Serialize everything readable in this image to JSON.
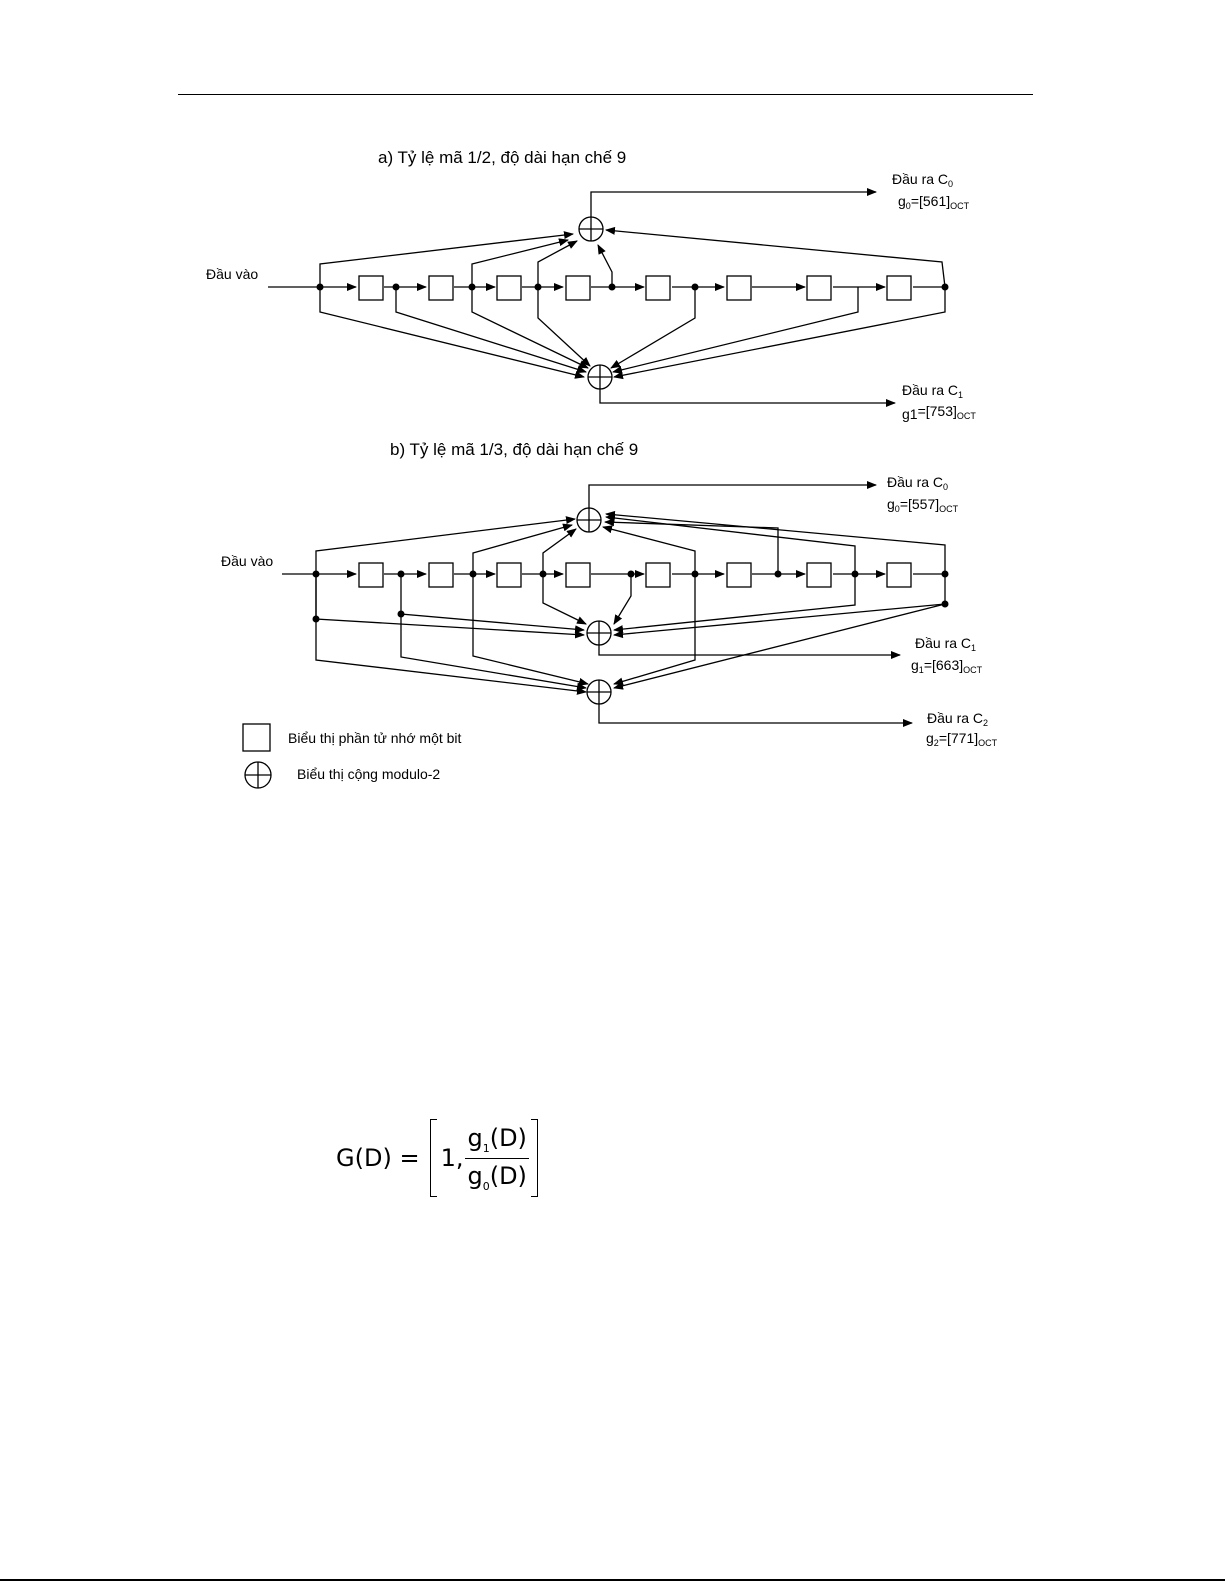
{
  "diagram_a": {
    "title": "a) Tỷ lệ mã 1/2, độ dài hạn chế 9",
    "input_label": "Đầu vào",
    "outputs": [
      {
        "label": "Đầu ra C",
        "label_sub": "0",
        "gen_prefix": "g",
        "gen_prefix_sub": "0",
        "gen_value": "=[561]",
        "gen_suffix": "OCT"
      },
      {
        "label": "Đầu ra C",
        "label_sub": "1",
        "gen_prefix": "g1",
        "gen_prefix_sub": "",
        "gen_value": "=[753]",
        "gen_suffix": "OCT"
      }
    ]
  },
  "diagram_b": {
    "title": "b) Tỷ lệ mã 1/3, độ dài hạn chế 9",
    "input_label": "Đầu vào",
    "outputs": [
      {
        "label": "Đầu ra C",
        "label_sub": "0",
        "gen_prefix": "g",
        "gen_prefix_sub": "0",
        "gen_value": "=[557]",
        "gen_suffix": "OCT"
      },
      {
        "label": "Đầu ra C",
        "label_sub": "1",
        "gen_prefix": "g",
        "gen_prefix_sub": "1",
        "gen_value": "=[663]",
        "gen_suffix": "OCT"
      },
      {
        "label": "Đầu ra C",
        "label_sub": "2",
        "gen_prefix": "g",
        "gen_prefix_sub": "2",
        "gen_value": "=[771]",
        "gen_suffix": "OCT"
      }
    ]
  },
  "legend": {
    "register": "Biểu thị phần tử nhớ một bit",
    "adder": "Biểu thị cộng modulo-2"
  },
  "equation": {
    "lhs": "G(D)",
    "equals": "=",
    "first_entry": "1,",
    "num_sym": "g",
    "num_sub": "1",
    "num_arg": "(D)",
    "den_sym": "g",
    "den_sub": "0",
    "den_arg": "(D)"
  }
}
